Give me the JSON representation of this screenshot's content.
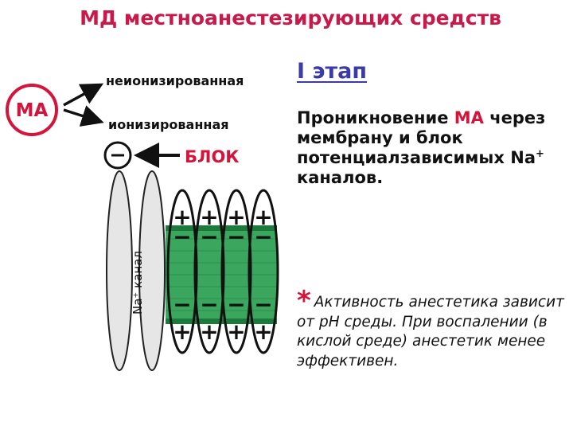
{
  "title": "МД местноанестезирующих средств",
  "stage": "I этап",
  "main_text": {
    "part1": "Проникновение ",
    "accent": "МА",
    "part2": " через мембрану и блок потенциалзависимых Na",
    "sup": "+",
    "part3": " каналов."
  },
  "note": {
    "star": "*",
    "text": "Активность анестетика зависит от рН среды. При воспалении (в кислой среде) анестетик менее эффективен."
  },
  "diagram": {
    "ma_label": "МА",
    "nonionized": "неионизированная",
    "ionized": "ионизированная",
    "minus_symbol": "−",
    "block_label": "БЛОК",
    "channel_label": "Na⁺ канал",
    "plus_symbol": "+",
    "colors": {
      "accent_red": "#d4143a",
      "membrane_green": "#3aa65e",
      "membrane_dark": "#1c7a3c",
      "ellipse_fill": "#e6e6e6"
    }
  }
}
